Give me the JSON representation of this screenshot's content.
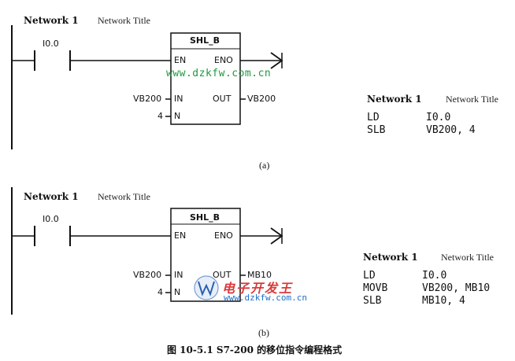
{
  "diagram_a": {
    "network_label": "Network 1",
    "network_title": "Network Title",
    "contact": "I0.0",
    "block_name": "SHL_B",
    "pin_en": "EN",
    "pin_eno": "ENO",
    "pin_in": "IN",
    "pin_n": "N",
    "pin_out": "OUT",
    "in_operand": "VB200",
    "n_operand": "4",
    "out_operand": "VB200",
    "stl": {
      "network_label": "Network 1",
      "network_title": "Network Title",
      "lines": [
        {
          "op": "LD",
          "arg": "I0.0"
        },
        {
          "op": "SLB",
          "arg": "VB200, 4"
        }
      ]
    },
    "caption": "(a)"
  },
  "diagram_b": {
    "network_label": "Network 1",
    "network_title": "Network Title",
    "contact": "I0.0",
    "block_name": "SHL_B",
    "pin_en": "EN",
    "pin_eno": "ENO",
    "pin_in": "IN",
    "pin_n": "N",
    "pin_out": "OUT",
    "in_operand": "VB200",
    "n_operand": "4",
    "out_operand": "MB10",
    "stl": {
      "network_label": "Network 1",
      "network_title": "Network Title",
      "lines": [
        {
          "op": "LD",
          "arg": "I0.0"
        },
        {
          "op": "MOVB",
          "arg": "VB200, MB10"
        },
        {
          "op": "SLB",
          "arg": "MB10, 4"
        }
      ]
    },
    "caption": "(b)"
  },
  "watermark": "www.dzkfw.com.cn",
  "logo": {
    "name_cn": "电子开发王",
    "url": "www.dzkfw.com.cn"
  },
  "figure_caption": "图 10-5.1   S7-200 的移位指令编程格式",
  "colors": {
    "line": "#111111",
    "watermark": "#1d9a3c",
    "logo_red": "#d93a3a",
    "logo_blue": "#1d6fc9"
  }
}
